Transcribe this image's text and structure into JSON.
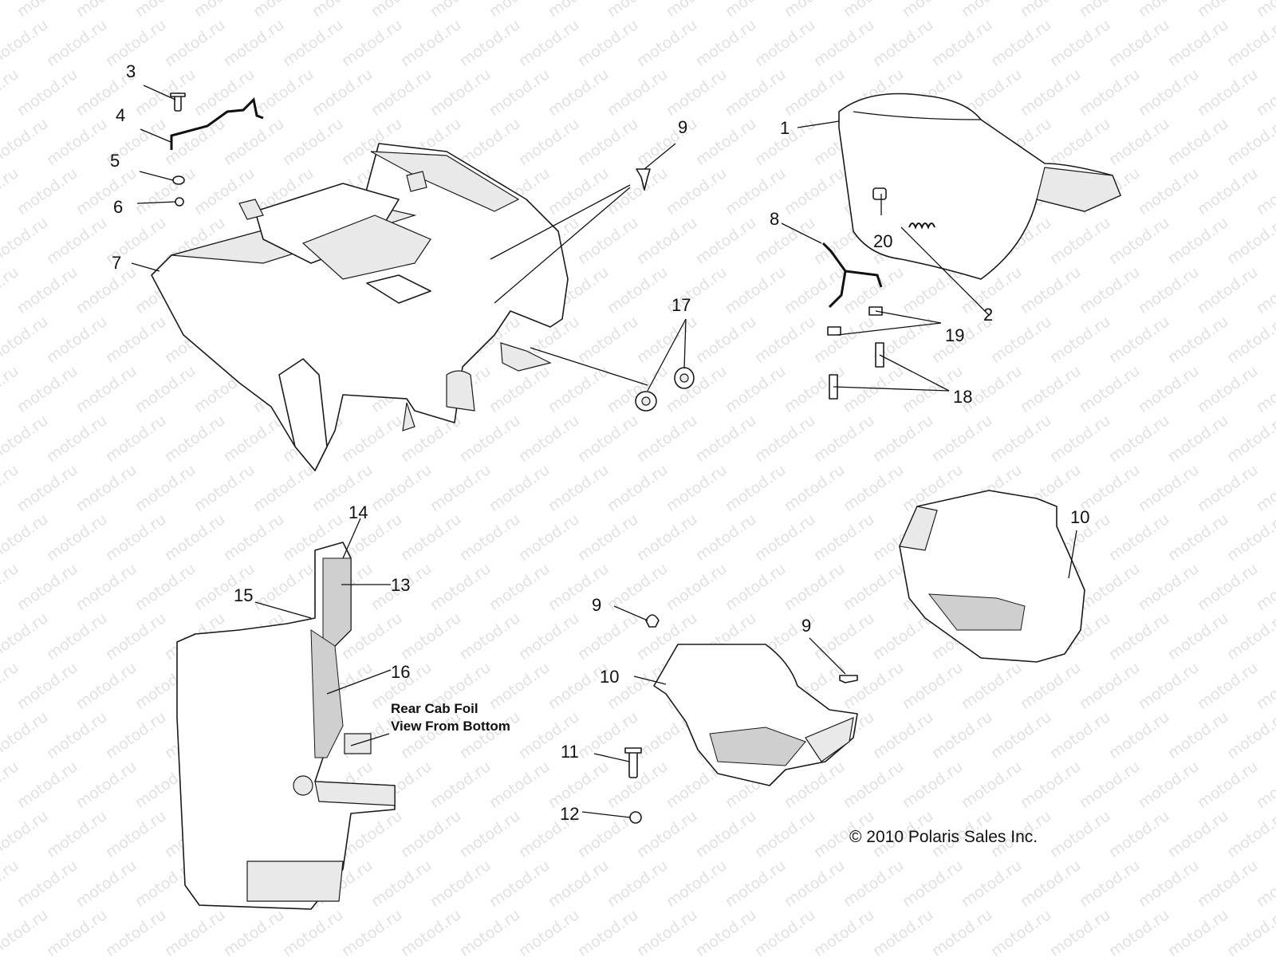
{
  "watermark": {
    "text": "motod.ru",
    "color": "#c8c8c8"
  },
  "callouts": {
    "c1": "1",
    "c2": "2",
    "c3": "3",
    "c4": "4",
    "c5": "5",
    "c6": "6",
    "c7": "7",
    "c8": "8",
    "c9a": "9",
    "c9b": "9",
    "c9c": "9",
    "c10a": "10",
    "c10b": "10",
    "c11": "11",
    "c12": "12",
    "c13": "13",
    "c14": "14",
    "c15": "15",
    "c16": "16",
    "c17": "17",
    "c18": "18",
    "c19": "19",
    "c20": "20"
  },
  "inset_note": {
    "line1": "Rear Cab Foil",
    "line2": "View From Bottom"
  },
  "copyright": "© 2010 Polaris Sales Inc."
}
